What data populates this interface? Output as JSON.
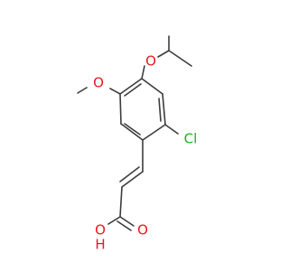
{
  "molecule": {
    "colors": {
      "bond": "#3c3c3c",
      "oxygen": "#e8191c",
      "chlorine": "#1db21d"
    },
    "labels": {
      "o_isopropoxy": "O",
      "o_methoxy": "O",
      "cl": "Cl",
      "o_carbonyl": "O",
      "o_hydroxyl": "O",
      "h_hydroxyl": "H"
    }
  }
}
